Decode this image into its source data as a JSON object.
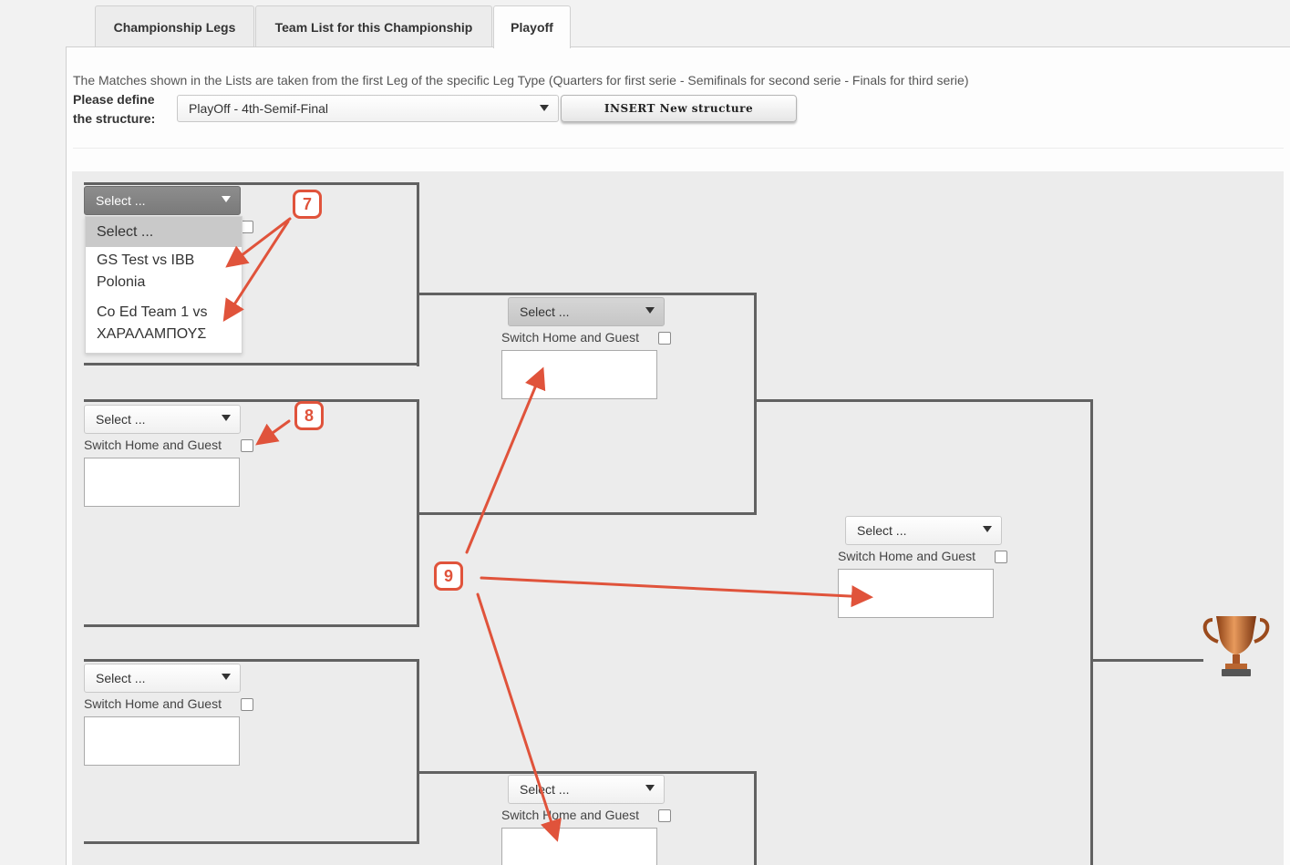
{
  "tabs": [
    {
      "label": "Championship Legs",
      "active": false
    },
    {
      "label": "Team List for this Championship",
      "active": false
    },
    {
      "label": "Playoff",
      "active": true
    }
  ],
  "info_text": "The Matches shown in the Lists are taken from the first Leg of the specific Leg Type (Quarters for first serie - Semifinals for second serie - Finals for third serie)",
  "define_label_line1": "Please define",
  "define_label_line2": "the structure:",
  "structure_select": {
    "value": "PlayOff - 4th-Semif-Final"
  },
  "insert_button": "INSERT New structure",
  "match_select_placeholder": "Select ...",
  "switch_label": "Switch Home and Guest",
  "dropdown_options": [
    {
      "line1": "Select ...",
      "line2": ""
    },
    {
      "line1": "GS Test vs IBB",
      "line2": "Polonia"
    },
    {
      "line1": "Co Ed Team 1 vs",
      "line2": "ΧΑΡΑΛΑΜΠΟΥΣ"
    }
  ],
  "annotations": [
    "7",
    "8",
    "9"
  ],
  "annotation_color": "#e0533b",
  "trophy_icon": "trophy-icon"
}
